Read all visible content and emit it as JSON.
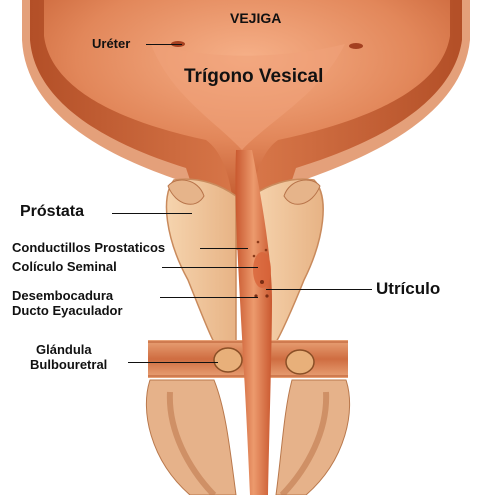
{
  "labels": {
    "vejiga": "VEJIGA",
    "ureter": "Uréter",
    "trigono": "Trígono Vesical",
    "prostata": "Próstata",
    "conductillos": "Conductillos Prostaticos",
    "coliculo": "Colículo Seminal",
    "desembocadura_1": "Desembocadura",
    "desembocadura_2": "Ducto Eyaculador",
    "utriculo": "Utrículo",
    "glandula_1": "Glándula",
    "glandula_2": "Bulbouretral"
  },
  "colors": {
    "bladder_wall": "#c8602f",
    "bladder_inner": "#e58d5f",
    "mucosa": "#f2a37a",
    "prostate": "#f1c59a",
    "prostate_shade": "#d99a6a",
    "urethra": "#d96a40",
    "label_text": "#111111"
  }
}
